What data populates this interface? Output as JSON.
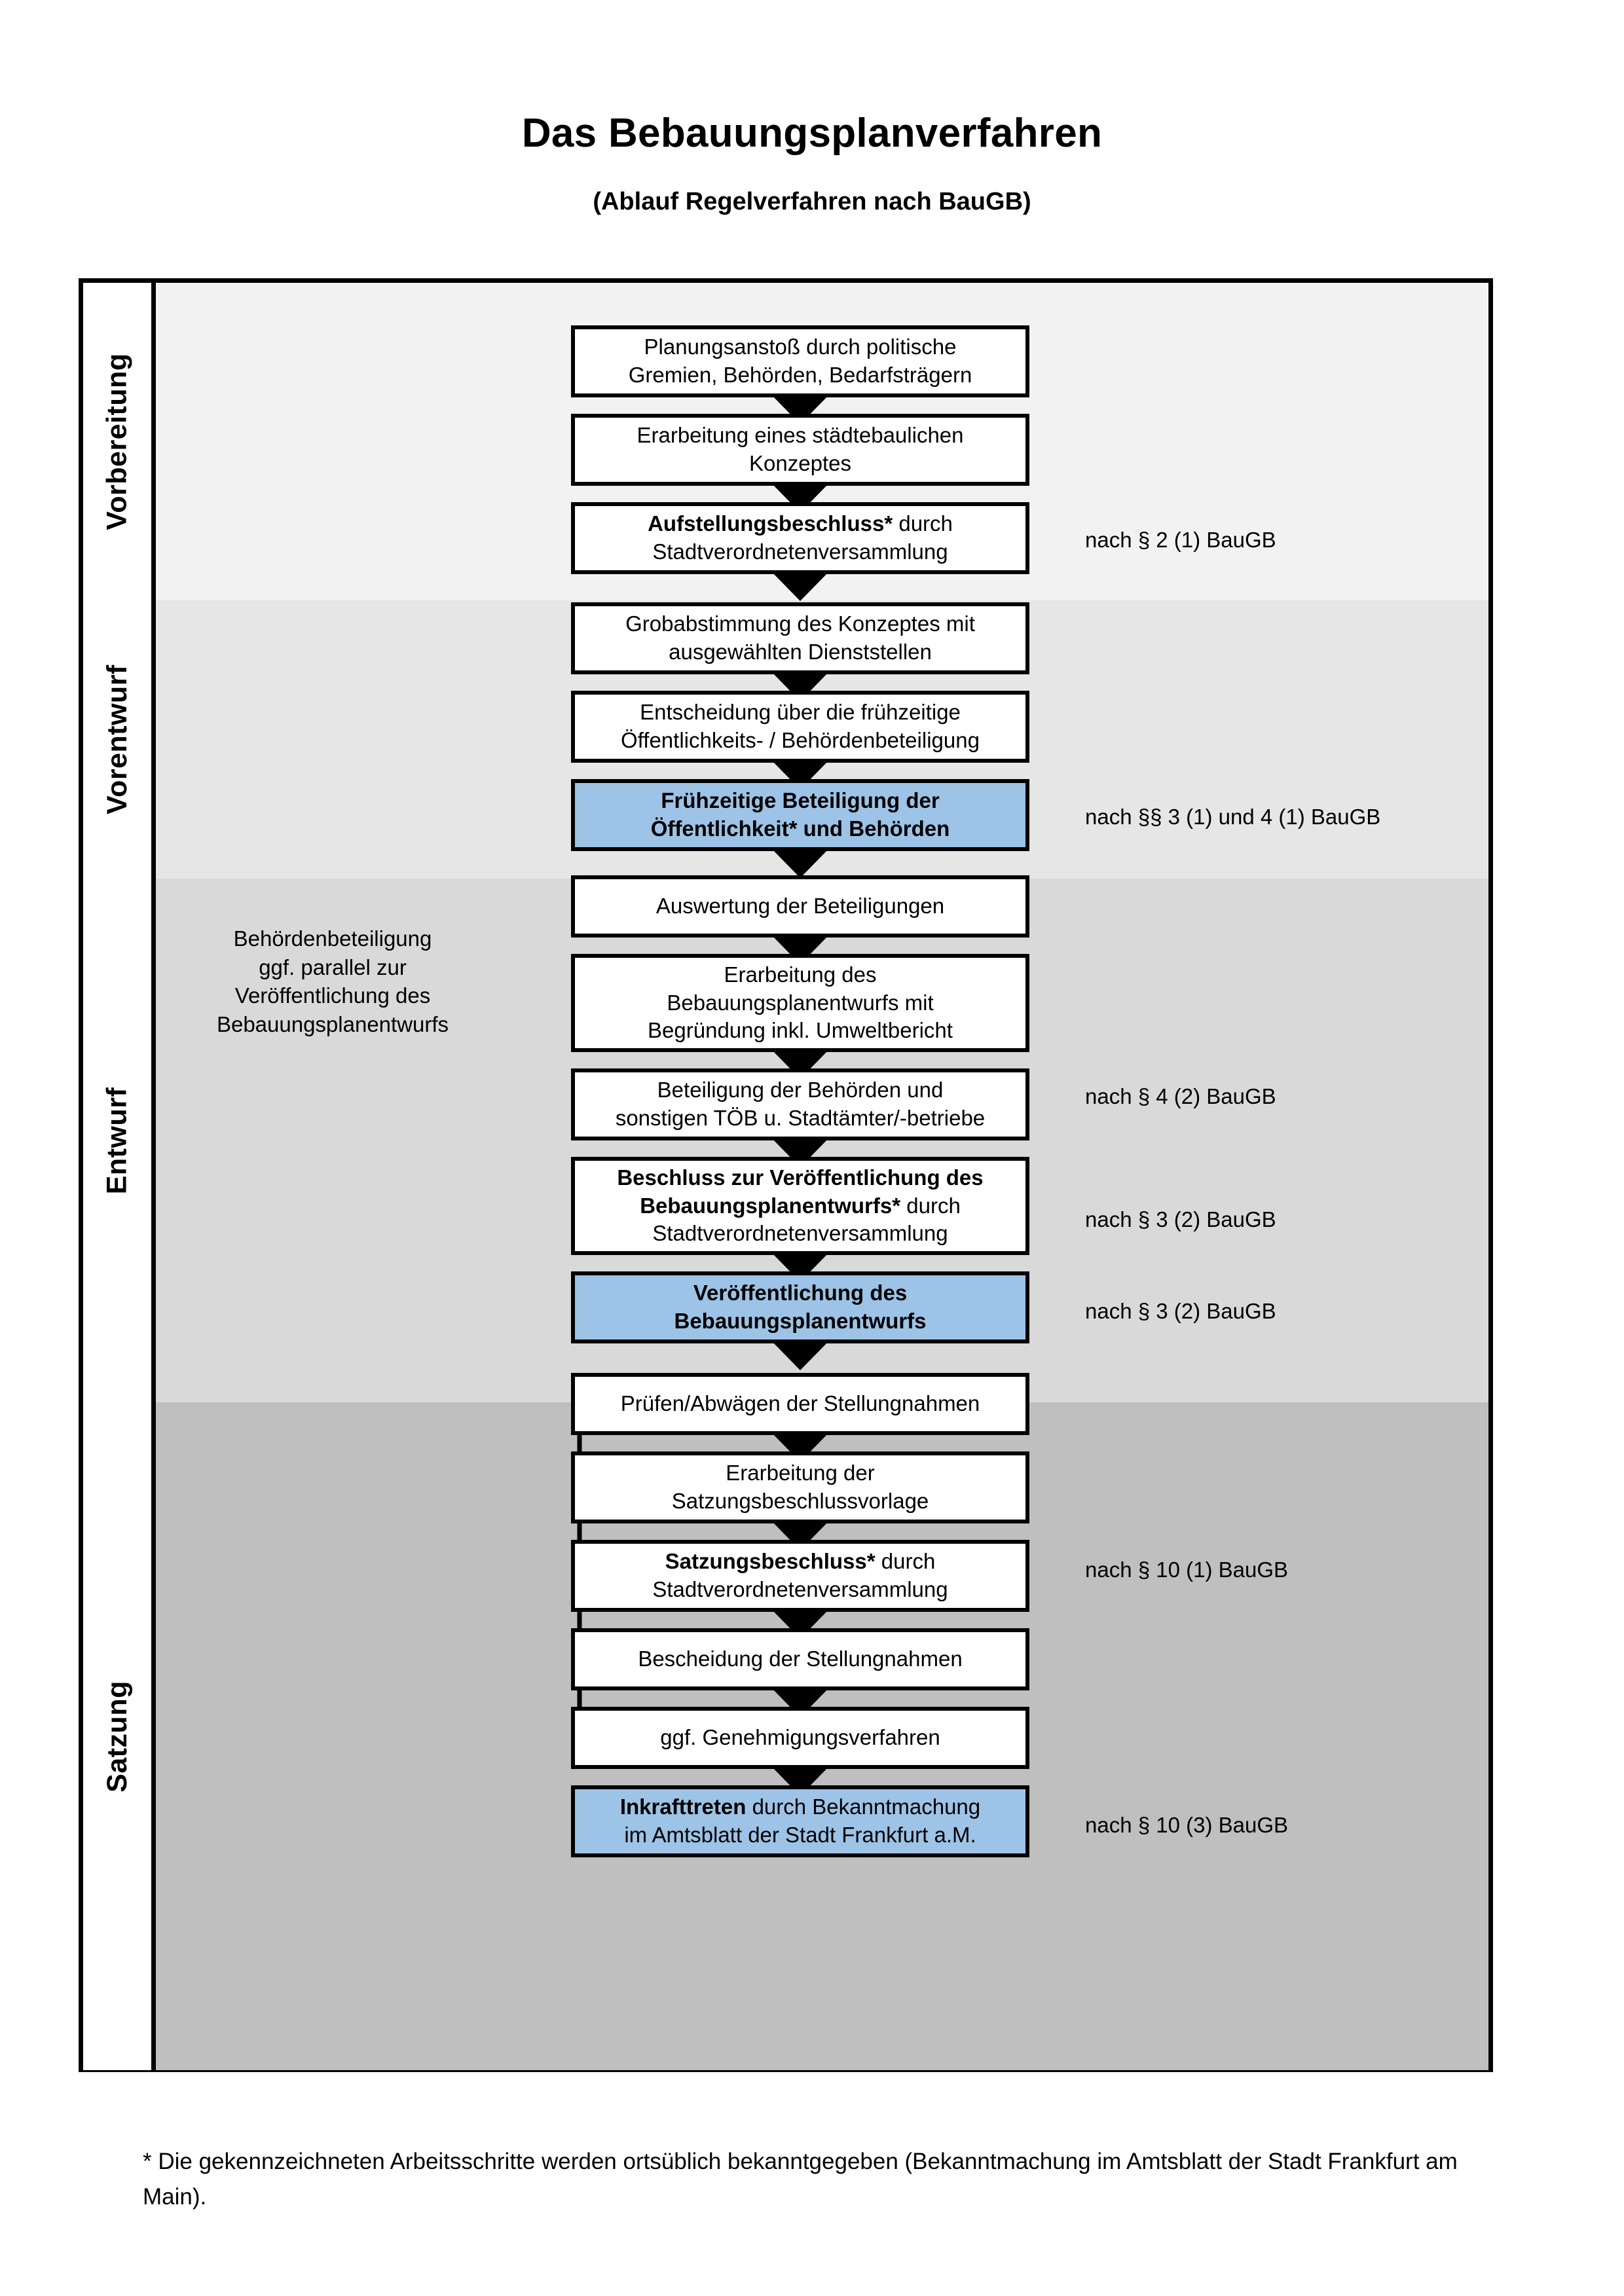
{
  "header": {
    "title": "Das Bebauungsplanverfahren",
    "subtitle": "(Ablauf Regelverfahren nach BauGB)"
  },
  "phases": [
    {
      "label": "Vorbereitung"
    },
    {
      "label": "Vorentwurf"
    },
    {
      "label": "Entwurf"
    },
    {
      "label": "Satzung"
    }
  ],
  "steps": [
    {
      "id": "planungsanstoss",
      "phase": "Vorbereitung",
      "highlight": false,
      "bold_prefix": "",
      "lines": [
        "Planungsanstoß durch politische",
        "Gremien, Behörden, Bedarfsträgern"
      ]
    },
    {
      "id": "staedtebauliches-konzept",
      "phase": "Vorbereitung",
      "highlight": false,
      "bold_prefix": "",
      "lines": [
        "Erarbeitung eines städtebaulichen",
        "Konzeptes"
      ]
    },
    {
      "id": "aufstellungsbeschluss",
      "phase": "Vorbereitung",
      "highlight": false,
      "bold_prefix": "Aufstellungsbeschluss*",
      "lines": [
        "Aufstellungsbeschluss* durch",
        "Stadtverordnetenversammlung"
      ]
    },
    {
      "id": "grobabstimmung",
      "phase": "Vorentwurf",
      "highlight": false,
      "bold_prefix": "",
      "lines": [
        "Grobabstimmung des Konzeptes mit",
        "ausgewählten Dienststellen"
      ]
    },
    {
      "id": "entscheidung-fruehzeitig",
      "phase": "Vorentwurf",
      "highlight": false,
      "bold_prefix": "",
      "lines": [
        "Entscheidung über die frühzeitige",
        "Öffentlichkeits- / Behördenbeteiligung"
      ]
    },
    {
      "id": "fruehzeitige-beteiligung",
      "phase": "Vorentwurf",
      "highlight": true,
      "bold_prefix": "ALL",
      "lines": [
        "Frühzeitige Beteiligung der",
        "Öffentlichkeit* und Behörden"
      ]
    },
    {
      "id": "auswertung-beteiligungen",
      "phase": "Entwurf",
      "highlight": false,
      "bold_prefix": "",
      "lines": [
        "Auswertung der Beteiligungen"
      ]
    },
    {
      "id": "erarbeitung-entwurf",
      "phase": "Entwurf",
      "highlight": false,
      "bold_prefix": "",
      "lines": [
        "Erarbeitung des",
        "Bebauungsplanentwurfs mit",
        "Begründung inkl. Umweltbericht"
      ]
    },
    {
      "id": "beteiligung-behoerden-toeb",
      "phase": "Entwurf",
      "highlight": false,
      "bold_prefix": "",
      "lines": [
        "Beteiligung der Behörden und",
        "sonstigen TÖB u. Stadtämter/-betriebe"
      ]
    },
    {
      "id": "beschluss-veroeffentlichung",
      "phase": "Entwurf",
      "highlight": false,
      "bold_prefix": "Beschluss zur Veröffentlichung des Bebauungsplanentwurfs*",
      "lines": [
        "Beschluss zur Veröffentlichung des",
        "Bebauungsplanentwurfs* durch",
        "Stadtverordnetenversammlung"
      ]
    },
    {
      "id": "veroeffentlichung-entwurf",
      "phase": "Entwurf",
      "highlight": true,
      "bold_prefix": "ALL",
      "lines": [
        "Veröffentlichung des",
        "Bebauungsplanentwurfs"
      ]
    },
    {
      "id": "pruefen-abwaegen",
      "phase": "Satzung",
      "highlight": false,
      "bold_prefix": "",
      "lines": [
        "Prüfen/Abwägen der Stellungnahmen"
      ]
    },
    {
      "id": "satzungsbeschlussvorlage",
      "phase": "Satzung",
      "highlight": false,
      "bold_prefix": "",
      "lines": [
        "Erarbeitung der",
        "Satzungsbeschlussvorlage"
      ]
    },
    {
      "id": "satzungsbeschluss",
      "phase": "Satzung",
      "highlight": false,
      "bold_prefix": "Satzungsbeschluss*",
      "lines": [
        "Satzungsbeschluss* durch",
        "Stadtverordnetenversammlung"
      ]
    },
    {
      "id": "bescheidung-stellungnahmen",
      "phase": "Satzung",
      "highlight": false,
      "bold_prefix": "",
      "lines": [
        "Bescheidung der Stellungnahmen"
      ]
    },
    {
      "id": "genehmigungsverfahren",
      "phase": "Satzung",
      "highlight": false,
      "bold_prefix": "",
      "lines": [
        "ggf. Genehmigungsverfahren"
      ]
    },
    {
      "id": "inkrafttreten",
      "phase": "Satzung",
      "highlight": true,
      "bold_prefix": "Inkrafttreten",
      "lines": [
        "Inkrafttreten durch Bekanntmachung",
        "im Amtsblatt der Stadt Frankfurt a.M."
      ]
    }
  ],
  "side_notes": [
    {
      "id": "note-p2-1",
      "text": "nach § 2 (1) BauGB"
    },
    {
      "id": "note-p3-1-4-1",
      "text": "nach §§ 3 (1) und 4 (1) BauGB"
    },
    {
      "id": "note-p4-2",
      "text": "nach § 4 (2) BauGB"
    },
    {
      "id": "note-p3-2-a",
      "text": "nach § 3 (2) BauGB"
    },
    {
      "id": "note-p3-2-b",
      "text": "nach § 3 (2) BauGB"
    },
    {
      "id": "note-p10-1",
      "text": "nach § 10 (1) BauGB"
    },
    {
      "id": "note-p10-3",
      "text": "nach § 10 (3) BauGB"
    }
  ],
  "left_note": {
    "lines": [
      "Behördenbeteiligung",
      "ggf. parallel zur",
      "Veröffentlichung des",
      "Bebauungsplanentwurfs"
    ]
  },
  "footnote": {
    "text": "* Die gekennzeichneten Arbeitsschritte werden ortsüblich bekanntgegeben (Bekanntmachung im Amtsblatt  der Stadt Frankfurt am Main)."
  },
  "colors": {
    "highlight_box": "#9dc3e6",
    "band_vorbereitung": "#f2f2f2",
    "band_vorentwurf": "#e6e6e6",
    "band_entwurf": "#d9d9d9",
    "band_satzung": "#bfbfbf",
    "box_border": "#000000",
    "box_fill": "#ffffff"
  }
}
